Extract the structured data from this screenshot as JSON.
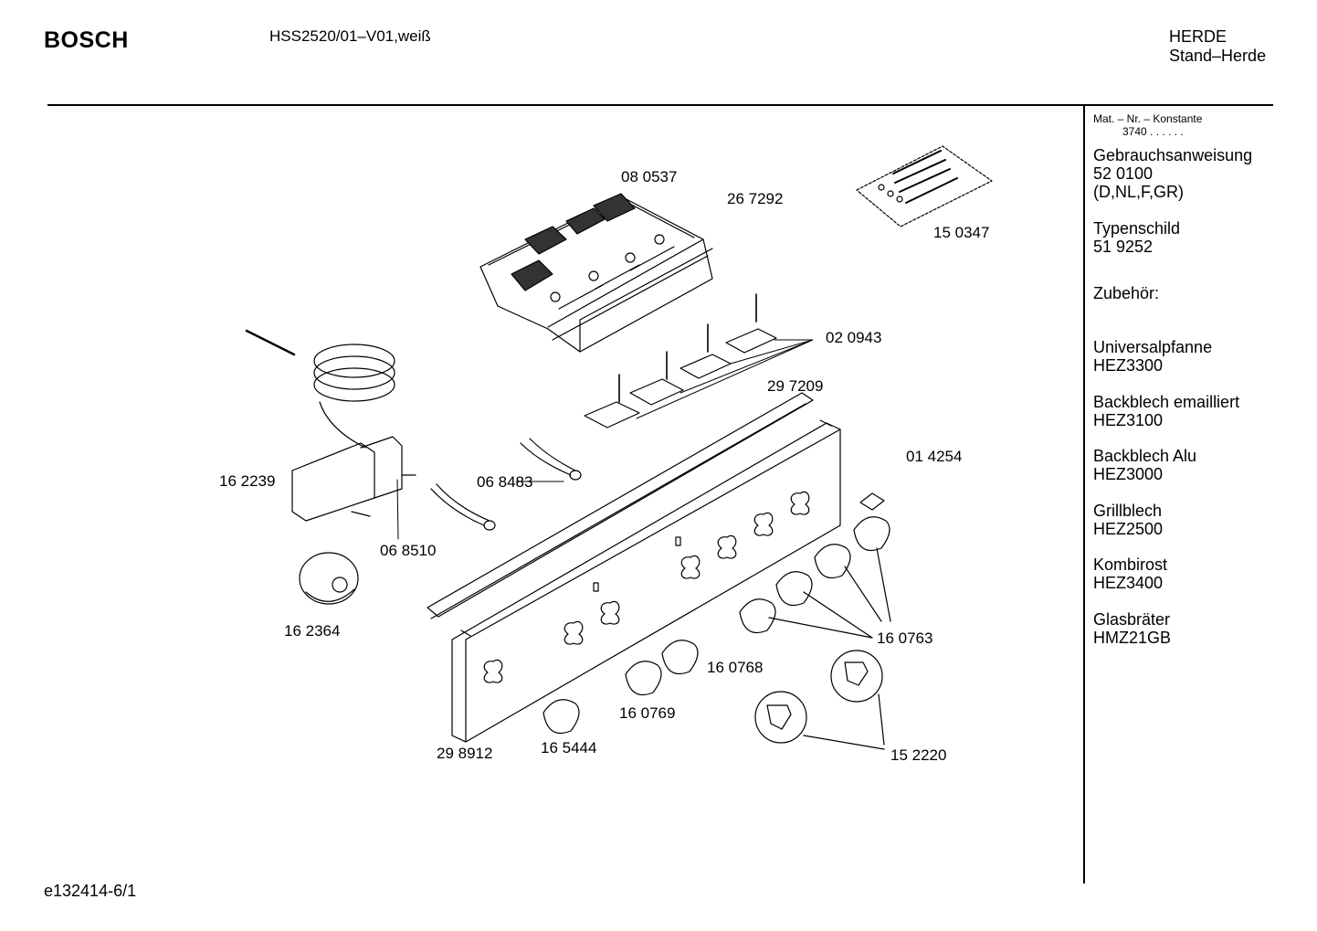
{
  "header": {
    "brand": "BOSCH",
    "model": "HSS2520/01–V01,weiß",
    "category": "HERDE",
    "subcategory": "Stand–Herde"
  },
  "footer": {
    "code": "e132414-6/1"
  },
  "sidebar": {
    "mat_label": "Mat. – Nr. – Konstante",
    "mat_value": "3740 .  .  .  .  .  .",
    "groups": [
      {
        "label": "Gebrauchsanweisung",
        "value": "52 0100",
        "note": "(D,NL,F,GR)"
      },
      {
        "label": "Typenschild",
        "value": "51 9252"
      },
      {
        "label": "Zubehör:"
      },
      {
        "label": "Universalpfanne",
        "value": "HEZ3300"
      },
      {
        "label": "Backblech emailliert",
        "value": "HEZ3100"
      },
      {
        "label": "Backblech Alu",
        "value": "HEZ3000"
      },
      {
        "label": "Grillblech",
        "value": "HEZ2500"
      },
      {
        "label": "Kombirost",
        "value": "HEZ3400"
      },
      {
        "label": "Glasbräter",
        "value": "HMZ21GB"
      }
    ]
  },
  "parts": {
    "p080537": "08 0537",
    "p267292": "26 7292",
    "p150347": "15 0347",
    "p020943": "02 0943",
    "p297209": "29 7209",
    "p014254": "01 4254",
    "p162239": "16 2239",
    "p068483": "06 8483",
    "p068510": "06 8510",
    "p162364": "16 2364",
    "p160763": "16 0763",
    "p160768": "16 0768",
    "p160769": "16 0769",
    "p298912": "29 8912",
    "p165444": "16 5444",
    "p152220": "15 2220"
  }
}
